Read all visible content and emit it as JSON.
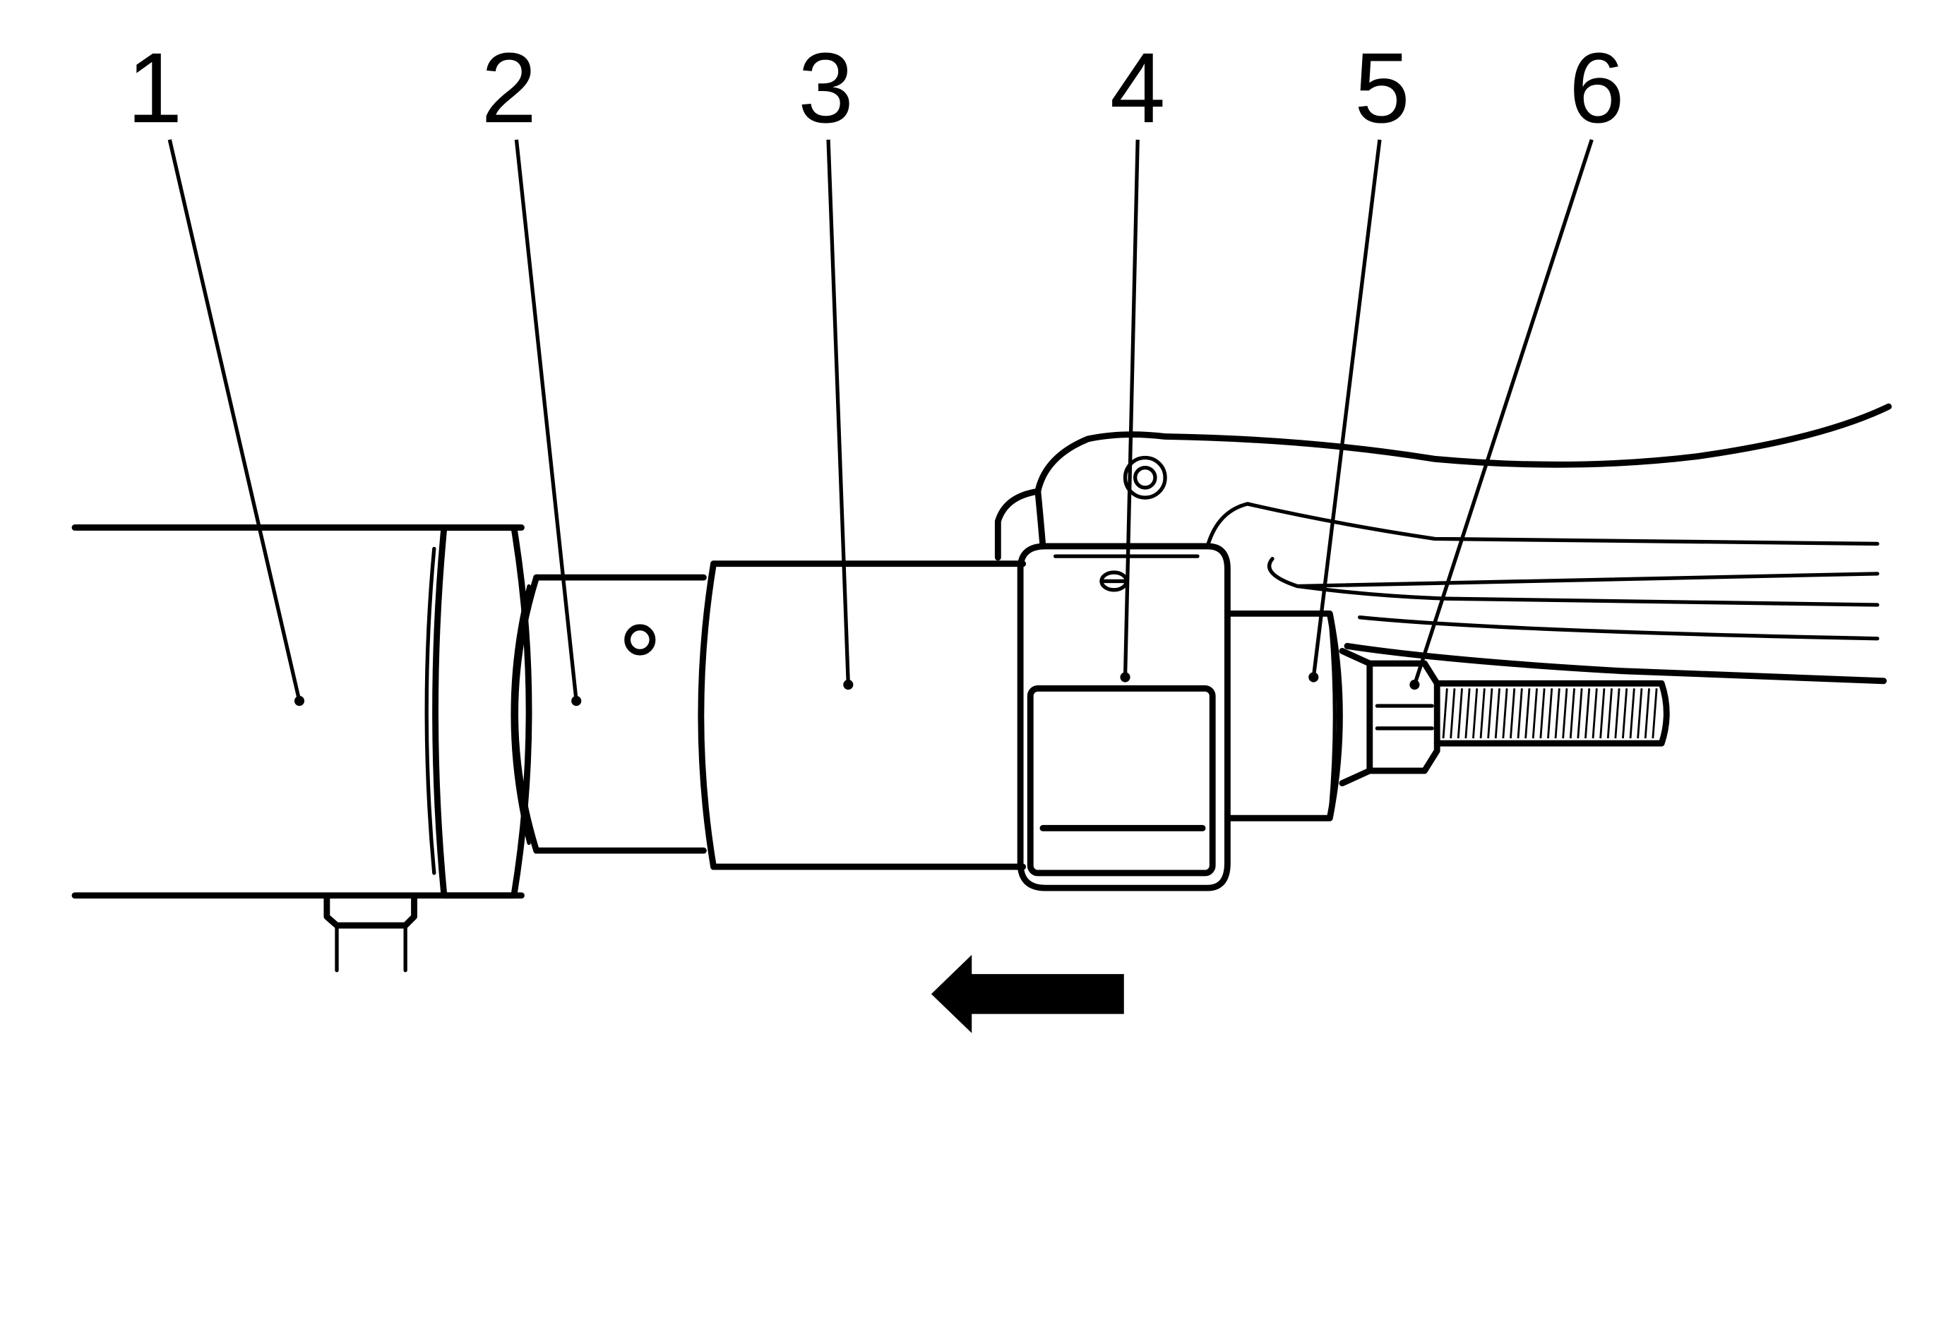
{
  "callouts": [
    {
      "number": "1"
    },
    {
      "number": "2"
    },
    {
      "number": "3"
    },
    {
      "number": "4"
    },
    {
      "number": "5"
    },
    {
      "number": "6"
    }
  ],
  "colors": {
    "line": "#000000",
    "background": "#ffffff"
  }
}
